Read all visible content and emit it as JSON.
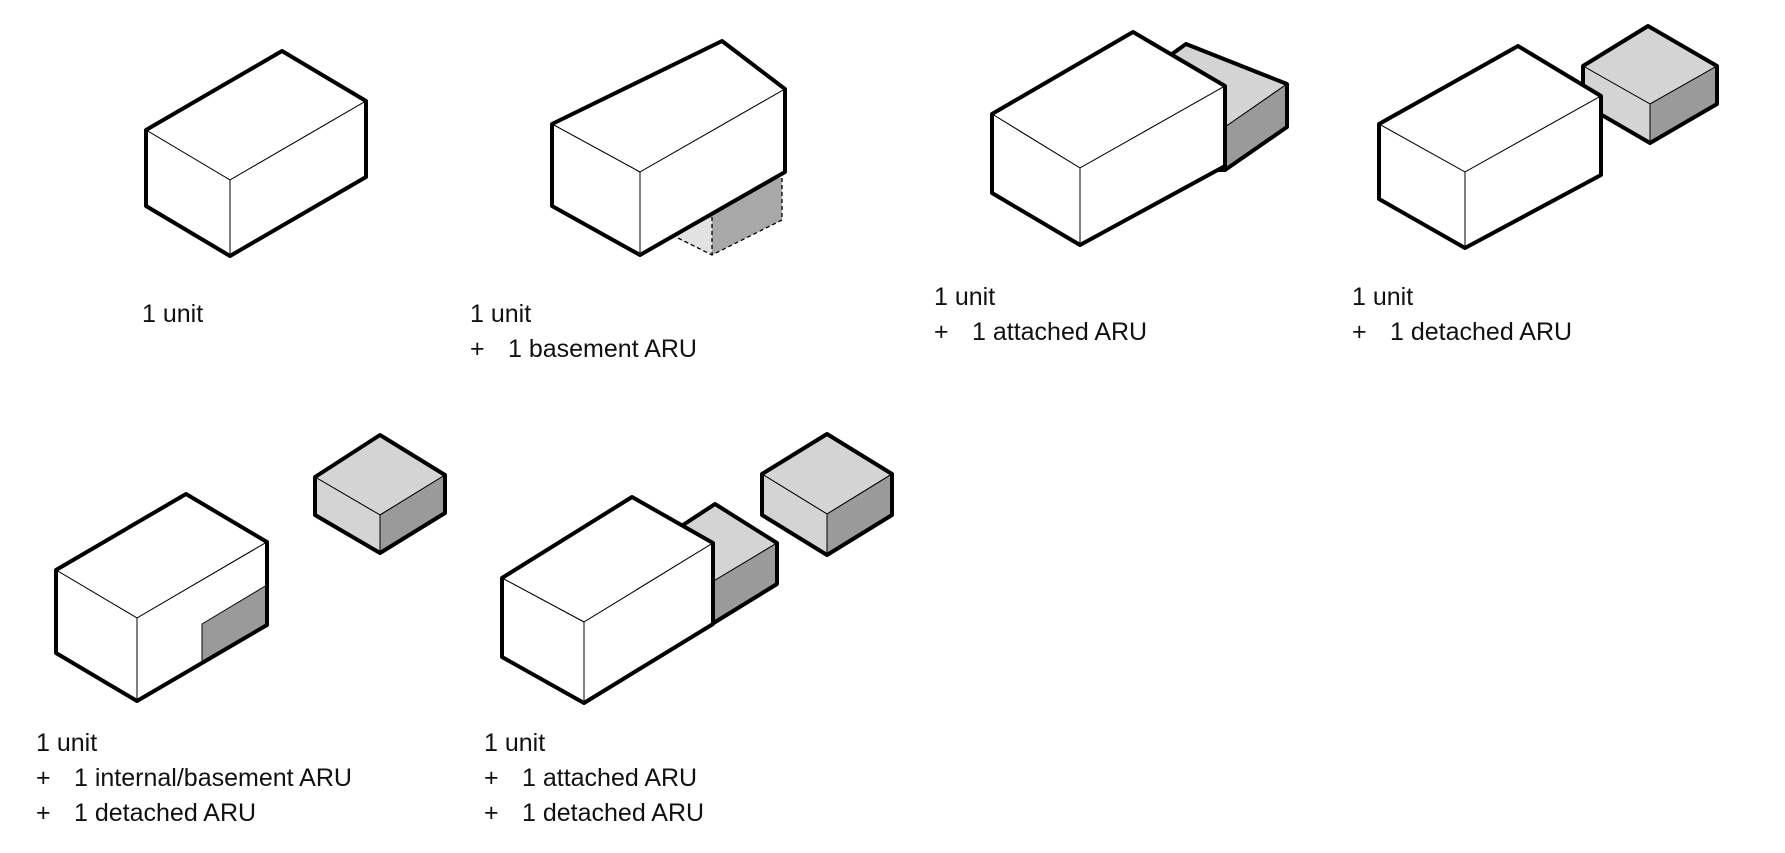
{
  "colors": {
    "background": "#ffffff",
    "stroke": "#000000",
    "main_face": "#ffffff",
    "aru_light": "#d4d4d4",
    "aru_dark": "#9a9a9a",
    "basement_light": "#e2e2e2",
    "basement_dark": "#a8a8a8"
  },
  "symbols": {
    "plus": "+"
  },
  "panels": [
    {
      "id": "single",
      "caption": {
        "primary": "1 unit",
        "additions": []
      }
    },
    {
      "id": "basement",
      "caption": {
        "primary": "1 unit",
        "additions": [
          "1 basement ARU"
        ]
      }
    },
    {
      "id": "attached",
      "caption": {
        "primary": "1 unit",
        "additions": [
          "1 attached ARU"
        ]
      }
    },
    {
      "id": "detached",
      "caption": {
        "primary": "1 unit",
        "additions": [
          "1 detached ARU"
        ]
      }
    },
    {
      "id": "internal-detached",
      "caption": {
        "primary": "1 unit",
        "additions": [
          "1 internal/basement ARU",
          "1 detached ARU"
        ]
      }
    },
    {
      "id": "attached-detached",
      "caption": {
        "primary": "1 unit",
        "additions": [
          "1 attached ARU",
          "1 detached ARU"
        ]
      }
    }
  ]
}
